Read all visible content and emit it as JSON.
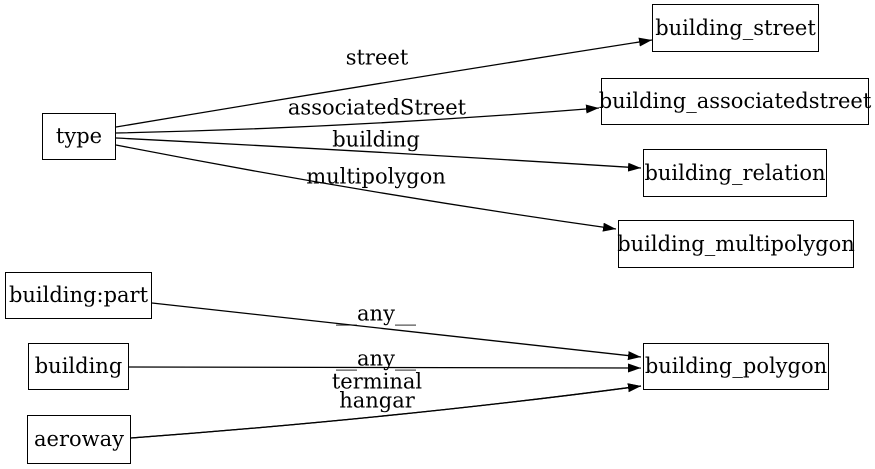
{
  "diagram": {
    "background_color": "#ffffff",
    "line_color": "#000000",
    "text_color": "#000000",
    "nodes": {
      "type": {
        "label": "type"
      },
      "building_street": {
        "label": "building_street"
      },
      "building_associatedstreet": {
        "label": "building_associatedstreet"
      },
      "building_relation": {
        "label": "building_relation"
      },
      "building_multipolygon": {
        "label": "building_multipolygon"
      },
      "building_part": {
        "label": "building:part"
      },
      "building": {
        "label": "building"
      },
      "aeroway": {
        "label": "aeroway"
      },
      "building_polygon": {
        "label": "building_polygon"
      }
    },
    "edges": [
      {
        "from": "type",
        "to": "building_street",
        "label": "street"
      },
      {
        "from": "type",
        "to": "building_associatedstreet",
        "label": "associatedStreet"
      },
      {
        "from": "type",
        "to": "building_relation",
        "label": "building"
      },
      {
        "from": "type",
        "to": "building_multipolygon",
        "label": "multipolygon"
      },
      {
        "from": "building:part",
        "to": "building_polygon",
        "label": "__any__"
      },
      {
        "from": "building",
        "to": "building_polygon",
        "label": "__any__"
      },
      {
        "from": "aeroway",
        "to": "building_polygon",
        "label": "terminal"
      },
      {
        "from": "aeroway",
        "to": "building_polygon",
        "label": "hangar"
      }
    ]
  }
}
